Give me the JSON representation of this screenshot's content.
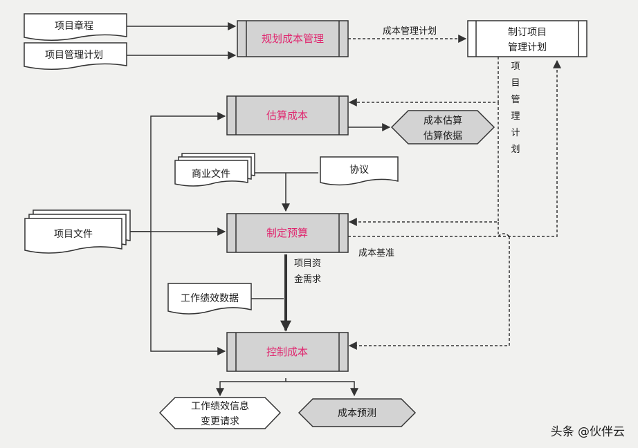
{
  "processes": {
    "plan": "规划成本管理",
    "estimate": "估算成本",
    "budget": "制定预算",
    "control": "控制成本"
  },
  "documents": {
    "charter": "项目章程",
    "pm_plan": "项目管理计划",
    "business_docs": "商业文件",
    "agreements": "协议",
    "project_docs": "项目文件",
    "work_perf_data": "工作绩效数据"
  },
  "plan_box": {
    "line1": "制订项目",
    "line2": "管理计划"
  },
  "outputs": {
    "estimates_line1": "成本估算",
    "estimates_line2": "估算依据",
    "work_perf_info_line1": "工作绩效信息",
    "work_perf_info_line2": "变更请求",
    "cost_forecasts": "成本预测"
  },
  "labels": {
    "cost_mgmt_plan": "成本管理计划",
    "pm_plan_vertical": [
      "项",
      "目",
      "管",
      "理",
      "计",
      "划"
    ],
    "cost_baseline": "成本基准",
    "funding_line1": "项目资",
    "funding_line2": "金需求"
  },
  "watermark": "头条 @伙伴云",
  "colors": {
    "process_fill": "#d3d3d3",
    "process_text": "#e0256e",
    "line": "#333333"
  }
}
